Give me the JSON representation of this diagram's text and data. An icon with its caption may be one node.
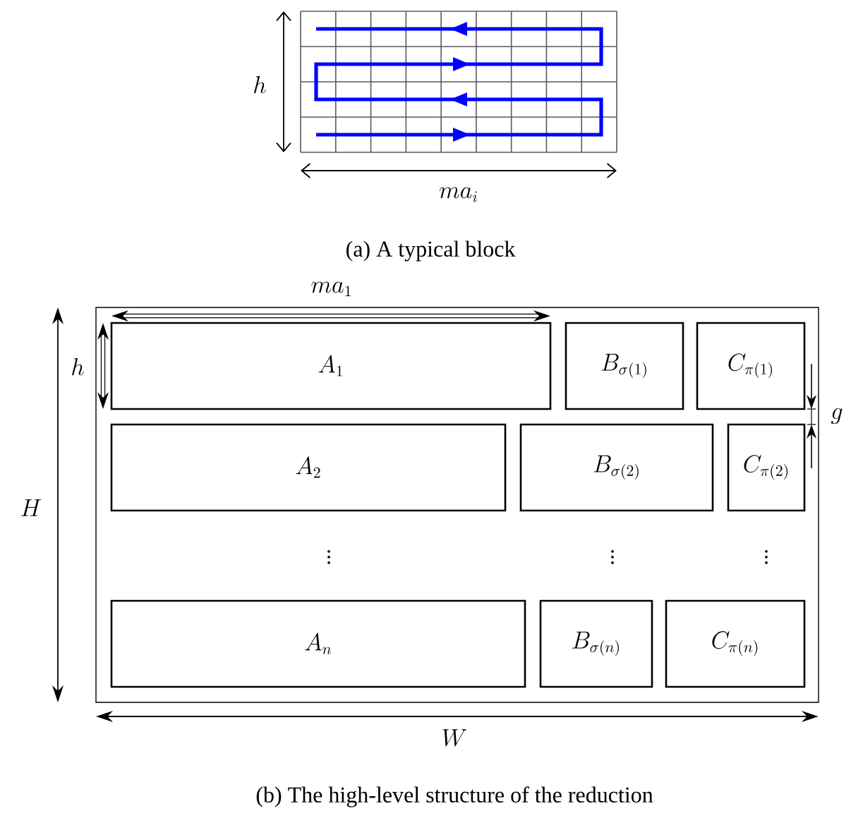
{
  "diagram": {
    "nodes": [
      {
        "text": [],
        "shape": "box"
      },
      {
        "text": [
          "A_1"
        ],
        "in": 0
      },
      {
        "text": [
          "B_{\\sigma(1)}"
        ],
        "in": 0
      },
      {
        "text": [
          "C_{\\pi(1)}"
        ],
        "in": 0
      },
      {
        "text": [
          "A_2"
        ],
        "in": 0
      },
      {
        "text": [
          "B_{\\sigma(2)}"
        ],
        "in": 0
      },
      {
        "text": [
          "C_{\\pi(2)}"
        ],
        "in": 0
      },
      {
        "text": [
          "A_n"
        ],
        "in": 0
      },
      {
        "text": [
          "B_{\\sigma(n)}"
        ],
        "in": 0
      },
      {
        "text": [
          "C_{\\pi(n)}"
        ],
        "in": 0
      }
    ],
    "labels": [
      "h",
      "ma_i",
      "(a) A typical block",
      "ma_1",
      "h",
      "\\vdots",
      "\\vdots",
      "\\vdots",
      "g",
      "H",
      "W",
      "(b) The high-level structure of the reduction"
    ]
  }
}
